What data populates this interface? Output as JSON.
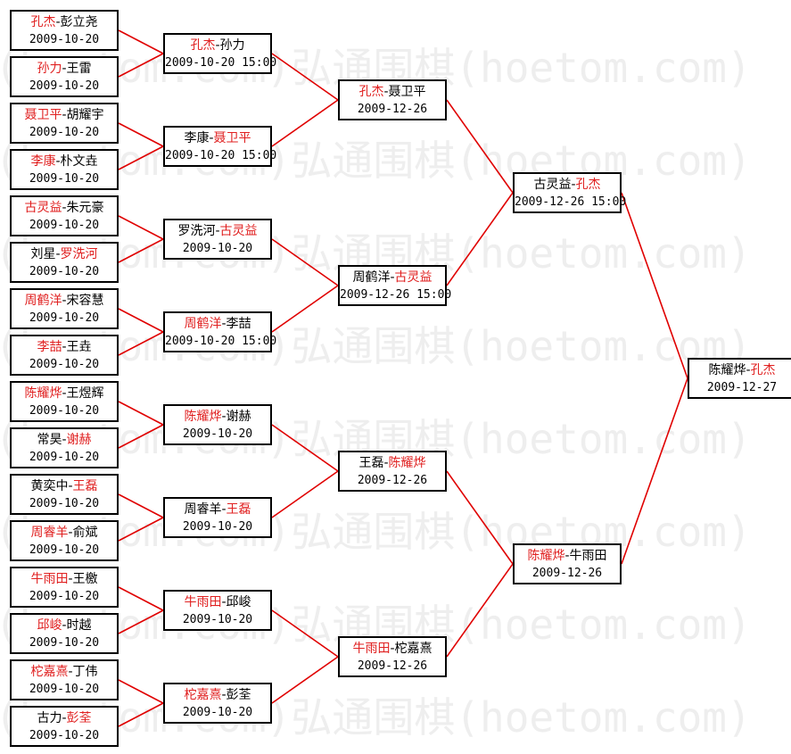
{
  "watermark": "弘通围棋(hoetom.com)",
  "colors": {
    "winner": "#e02020",
    "line": "#e00000",
    "text": "#000000"
  },
  "rounds": [
    [
      {
        "p1": "孔杰",
        "p2": "彭立尧",
        "winner": 1,
        "date": "2009-10-20"
      },
      {
        "p1": "孙力",
        "p2": "王雷",
        "winner": 1,
        "date": "2009-10-20"
      },
      {
        "p1": "聂卫平",
        "p2": "胡耀宇",
        "winner": 1,
        "date": "2009-10-20"
      },
      {
        "p1": "李康",
        "p2": "朴文垚",
        "winner": 1,
        "date": "2009-10-20"
      },
      {
        "p1": "古灵益",
        "p2": "朱元豪",
        "winner": 1,
        "date": "2009-10-20"
      },
      {
        "p1": "刘星",
        "p2": "罗洗河",
        "winner": 2,
        "date": "2009-10-20"
      },
      {
        "p1": "周鹤洋",
        "p2": "宋容慧",
        "winner": 1,
        "date": "2009-10-20"
      },
      {
        "p1": "李喆",
        "p2": "王垚",
        "winner": 1,
        "date": "2009-10-20"
      },
      {
        "p1": "陈耀烨",
        "p2": "王煜辉",
        "winner": 1,
        "date": "2009-10-20"
      },
      {
        "p1": "常昊",
        "p2": "谢赫",
        "winner": 2,
        "date": "2009-10-20"
      },
      {
        "p1": "黄奕中",
        "p2": "王磊",
        "winner": 2,
        "date": "2009-10-20"
      },
      {
        "p1": "周睿羊",
        "p2": "俞斌",
        "winner": 1,
        "date": "2009-10-20"
      },
      {
        "p1": "牛雨田",
        "p2": "王檄",
        "winner": 1,
        "date": "2009-10-20"
      },
      {
        "p1": "邱峻",
        "p2": "时越",
        "winner": 1,
        "date": "2009-10-20"
      },
      {
        "p1": "柁嘉熹",
        "p2": "丁伟",
        "winner": 1,
        "date": "2009-10-20"
      },
      {
        "p1": "古力",
        "p2": "彭荃",
        "winner": 2,
        "date": "2009-10-20"
      }
    ],
    [
      {
        "p1": "孔杰",
        "p2": "孙力",
        "winner": 1,
        "date": "2009-10-20 15:00"
      },
      {
        "p1": "李康",
        "p2": "聂卫平",
        "winner": 2,
        "date": "2009-10-20 15:00"
      },
      {
        "p1": "罗洗河",
        "p2": "古灵益",
        "winner": 2,
        "date": "2009-10-20"
      },
      {
        "p1": "周鹤洋",
        "p2": "李喆",
        "winner": 1,
        "date": "2009-10-20 15:00"
      },
      {
        "p1": "陈耀烨",
        "p2": "谢赫",
        "winner": 1,
        "date": "2009-10-20"
      },
      {
        "p1": "周睿羊",
        "p2": "王磊",
        "winner": 2,
        "date": "2009-10-20"
      },
      {
        "p1": "牛雨田",
        "p2": "邱峻",
        "winner": 1,
        "date": "2009-10-20"
      },
      {
        "p1": "柁嘉熹",
        "p2": "彭荃",
        "winner": 1,
        "date": "2009-10-20"
      }
    ],
    [
      {
        "p1": "孔杰",
        "p2": "聂卫平",
        "winner": 1,
        "date": "2009-12-26"
      },
      {
        "p1": "周鹤洋",
        "p2": "古灵益",
        "winner": 2,
        "date": "2009-12-26 15:00"
      },
      {
        "p1": "王磊",
        "p2": "陈耀烨",
        "winner": 2,
        "date": "2009-12-26"
      },
      {
        "p1": "牛雨田",
        "p2": "柁嘉熹",
        "winner": 1,
        "date": "2009-12-26"
      }
    ],
    [
      {
        "p1": "古灵益",
        "p2": "孔杰",
        "winner": 2,
        "date": "2009-12-26 15:00"
      },
      {
        "p1": "陈耀烨",
        "p2": "牛雨田",
        "winner": 1,
        "date": "2009-12-26"
      }
    ],
    [
      {
        "p1": "陈耀烨",
        "p2": "孔杰",
        "winner": 2,
        "date": "2009-12-27"
      }
    ]
  ]
}
